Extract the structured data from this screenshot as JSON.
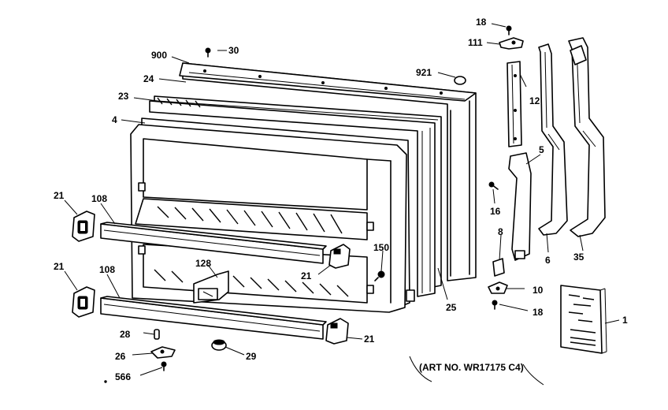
{
  "labels": {
    "p900": "900",
    "p30": "30",
    "p24": "24",
    "p23": "23",
    "p4": "4",
    "p921": "921",
    "p18a": "18",
    "p111": "111",
    "p12": "12",
    "p5": "5",
    "p16": "16",
    "p8": "8",
    "p6": "6",
    "p35": "35",
    "p10": "10",
    "p18b": "18",
    "p1": "1",
    "p21a": "21",
    "p108a": "108",
    "p21b": "21",
    "p108b": "108",
    "p128": "128",
    "p21c": "21",
    "p150": "150",
    "p25": "25",
    "p21d": "21",
    "p28": "28",
    "p26": "26",
    "p29": "29",
    "p566": "566"
  },
  "art_number": "(ART NO. WR17175 C4)",
  "colors": {
    "ink": "#000000",
    "paper": "#ffffff"
  }
}
